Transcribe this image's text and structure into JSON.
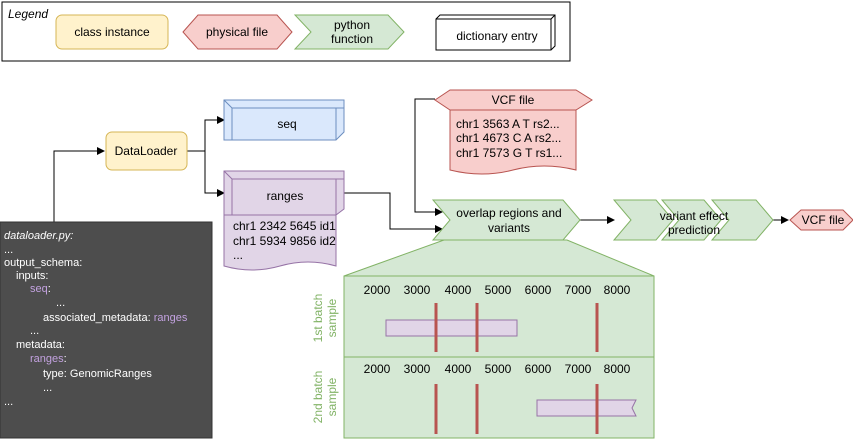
{
  "legend": {
    "title": "Legend",
    "class_instance": "class instance",
    "physical_file": "physical file",
    "python_function_line1": "python",
    "python_function_line2": "function",
    "dictionary_entry": "dictionary entry"
  },
  "nodes": {
    "dataloader": "DataLoader",
    "seq": "seq",
    "ranges": "ranges",
    "ranges_lines": [
      "chr1 2342 5645 id1",
      "chr1 5934 9856 id2",
      "..."
    ],
    "vcf_file_title": "VCF file",
    "vcf_lines": [
      "chr1 3563 A T rs2...",
      "chr1 4673 C A rs2...",
      "chr1 7573 G T rs1..."
    ],
    "overlap_line1": "overlap regions and",
    "overlap_line2": "variants",
    "variant_effect_line1": "variant effect",
    "variant_effect_line2": "prediction",
    "vcf_out": "VCF file"
  },
  "code": {
    "title": "dataloader.py:",
    "lines": [
      {
        "text": "...",
        "hl": ""
      },
      {
        "text": "output_schema:",
        "hl": ""
      },
      {
        "text": "inputs:",
        "hl": ""
      },
      {
        "text": "",
        "hl": "seq",
        "after": ":"
      },
      {
        "text": "...",
        "hl": ""
      },
      {
        "text": "associated_metadata: ",
        "hl": "ranges"
      },
      {
        "text": "...",
        "hl": ""
      },
      {
        "text": "metadata:",
        "hl": ""
      },
      {
        "text": "",
        "hl": "ranges",
        "after": ":"
      },
      {
        "text": "type: GenomicRanges",
        "hl": ""
      },
      {
        "text": "...",
        "hl": ""
      },
      {
        "text": "...",
        "hl": ""
      }
    ]
  },
  "zoom": {
    "ticks": [
      "2000",
      "3000",
      "4000",
      "5000",
      "6000",
      "7000",
      "8000"
    ],
    "batch1_line1": "1st batch",
    "batch1_line2": "sample",
    "batch2_line1": "2nd batch",
    "batch2_line2": "sample"
  },
  "colors": {
    "class_fill": "#fff2cc",
    "class_stroke": "#d6b656",
    "file_fill": "#f8cecc",
    "file_stroke": "#b85450",
    "func_fill": "#d5e8d4",
    "func_stroke": "#82b366",
    "seq_fill": "#dae8fc",
    "seq_stroke": "#6c8ebf",
    "ranges_fill": "#e1d5e7",
    "ranges_stroke": "#9673a6",
    "code_bg": "#4d4d4d",
    "highlight": "#c3a2e0",
    "variant_line": "#b85450"
  }
}
